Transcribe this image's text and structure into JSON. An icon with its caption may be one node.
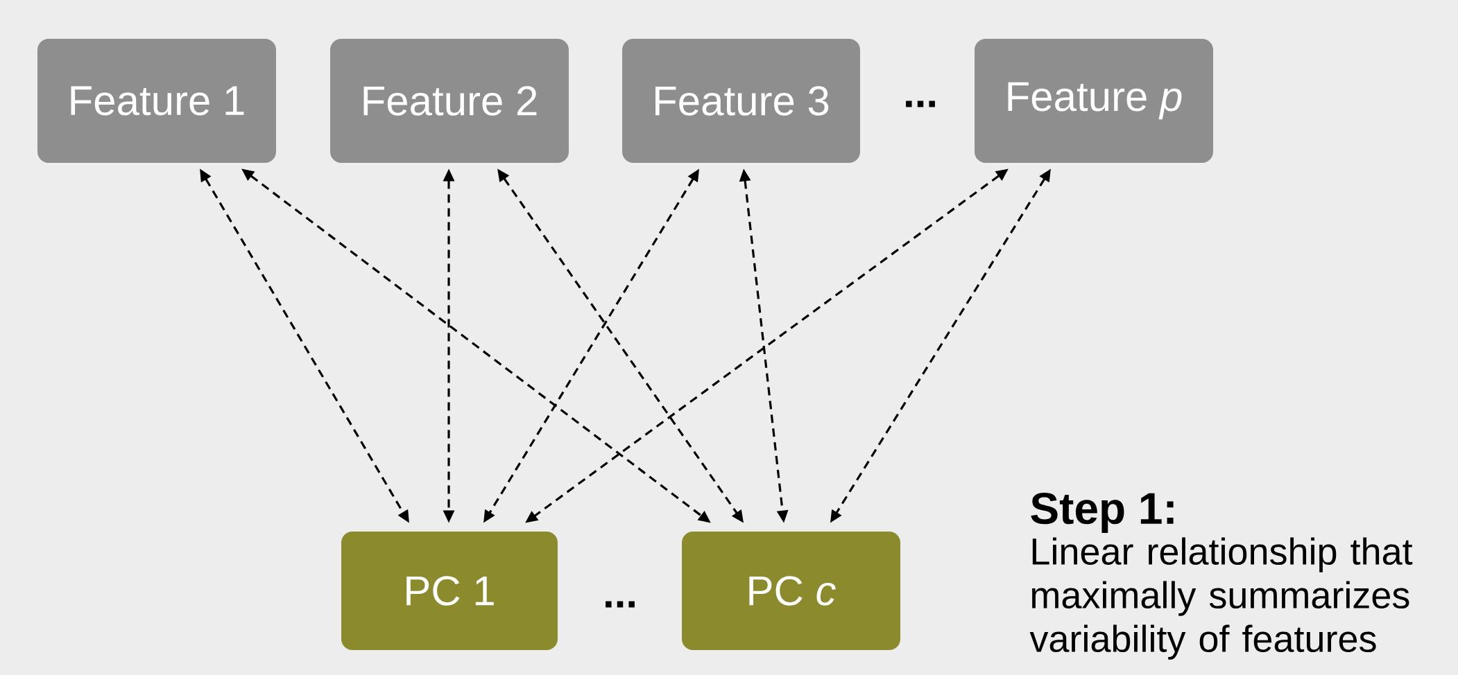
{
  "diagram": {
    "nodes": [
      {
        "text": [
          "Feature 1"
        ]
      },
      {
        "text": [
          "Feature 2"
        ]
      },
      {
        "text": [
          "Feature 3"
        ]
      },
      {
        "text": [
          "Feature *p*"
        ]
      },
      {
        "text": [
          "PC 1"
        ]
      },
      {
        "text": [
          "PC *c*"
        ]
      }
    ],
    "edges": [
      {
        "from": 0,
        "to": 4,
        "arrow": "both",
        "style": "dashed"
      },
      {
        "from": 0,
        "to": 5,
        "arrow": "both",
        "style": "dashed"
      },
      {
        "from": 1,
        "to": 4,
        "arrow": "both",
        "style": "dashed"
      },
      {
        "from": 1,
        "to": 5,
        "arrow": "both",
        "style": "dashed"
      },
      {
        "from": 2,
        "to": 4,
        "arrow": "both",
        "style": "dashed"
      },
      {
        "from": 2,
        "to": 5,
        "arrow": "both",
        "style": "dashed"
      },
      {
        "from": 3,
        "to": 4,
        "arrow": "both",
        "style": "dashed"
      },
      {
        "from": 3,
        "to": 5,
        "arrow": "both",
        "style": "dashed"
      }
    ],
    "labels": [
      "...",
      "...",
      "Step 1:",
      "Linear relationship that maximally summarizes variability of features"
    ]
  }
}
